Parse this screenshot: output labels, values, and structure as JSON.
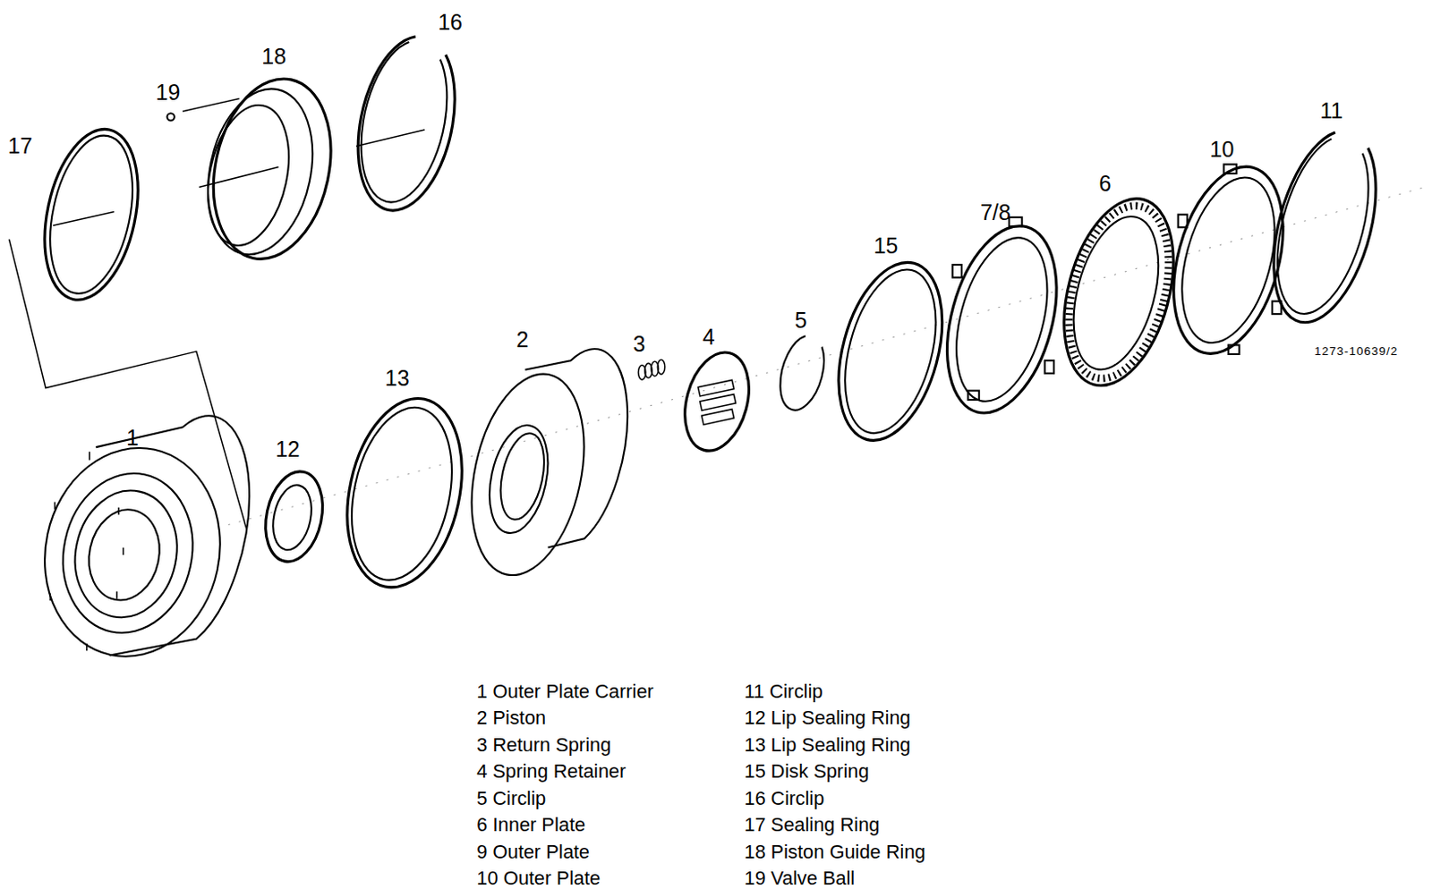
{
  "diagram": {
    "labels": [
      "16",
      "18",
      "19",
      "17",
      "15",
      "7/8",
      "6",
      "10",
      "11",
      "1",
      "2",
      "3",
      "4",
      "5",
      "12",
      "13",
      "1273-10639/2",
      "1 Outer Plate Carrier",
      "2 Piston",
      "3 Return Spring",
      "4 Spring Retainer",
      "5 Circlip",
      "6 Inner Plate",
      "9 Outer Plate",
      "10 Outer Plate",
      "11 Circlip",
      "12 Lip Sealing Ring",
      "13 Lip Sealing Ring",
      "15 Disk Spring",
      "16 Circlip",
      "17 Sealing Ring",
      "18 Piston Guide Ring",
      "19 Valve Ball"
    ]
  }
}
